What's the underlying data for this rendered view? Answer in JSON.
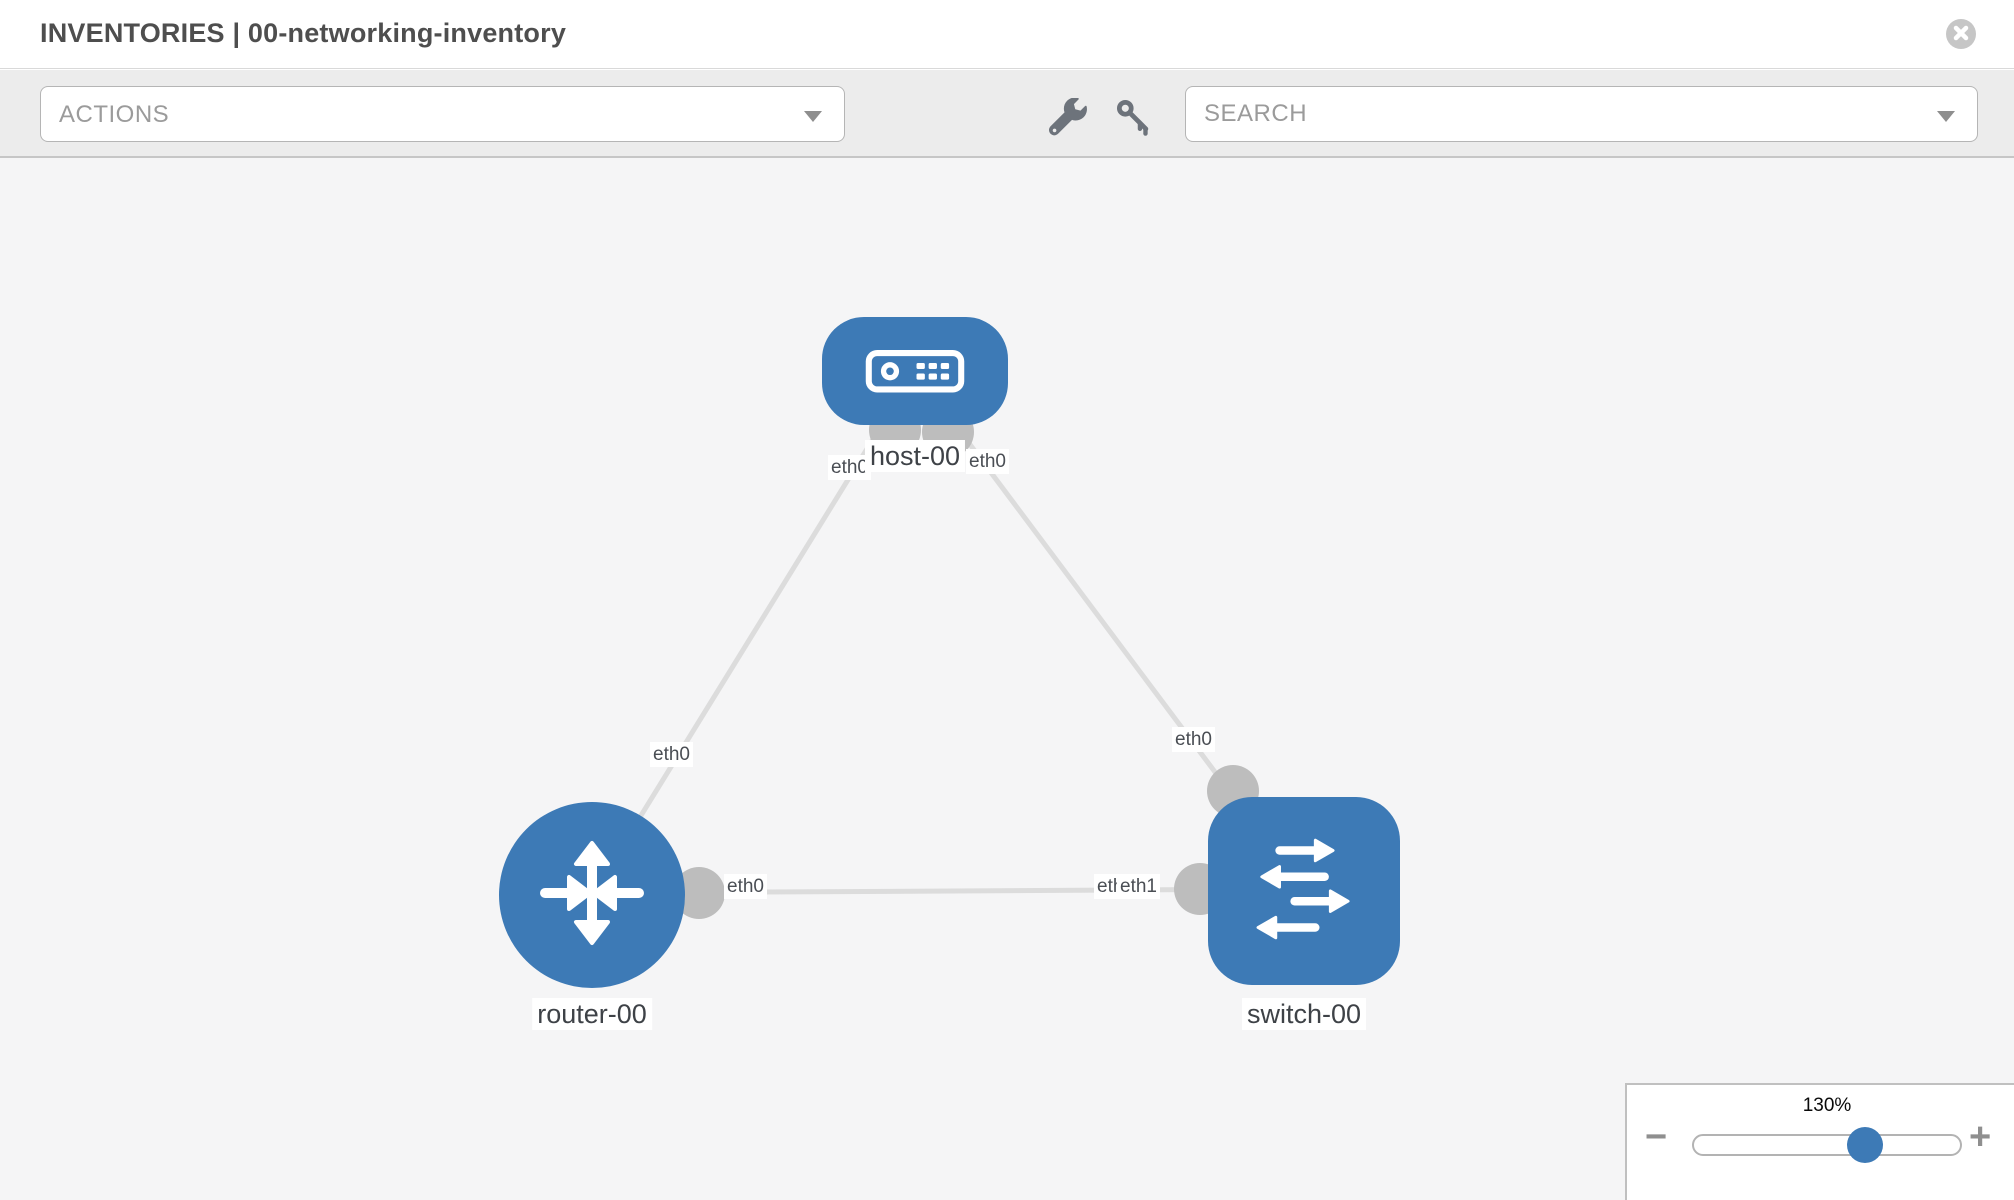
{
  "header": {
    "title": "INVENTORIES | 00-networking-inventory"
  },
  "toolbar": {
    "actions_label": "ACTIONS",
    "search_placeholder": "SEARCH"
  },
  "icons": {
    "close": "close-icon",
    "wrench": "wrench-icon",
    "key": "key-icon",
    "caret": "chevron-down-icon"
  },
  "colors": {
    "node_blue": "#3d7ab6",
    "canvas_bg": "#f5f5f6",
    "link_gray": "#dcdcdc",
    "port_gray": "#bdbdbd",
    "toolbar_bg": "#ececec"
  },
  "diagram": {
    "nodes": [
      {
        "id": "host-00",
        "type": "host",
        "label": "host-00"
      },
      {
        "id": "router-00",
        "type": "router",
        "label": "router-00"
      },
      {
        "id": "switch-00",
        "type": "switch",
        "label": "switch-00"
      }
    ],
    "links": [
      {
        "from": "host-00",
        "from_if": "eth0",
        "to": "router-00",
        "to_if": "eth0"
      },
      {
        "from": "host-00",
        "from_if": "eth0",
        "to": "switch-00",
        "to_if": "eth0"
      },
      {
        "from": "router-00",
        "from_if": "eth0",
        "to": "switch-00",
        "to_if": "eth1",
        "to_if_overlapped": "eth0"
      }
    ]
  },
  "zoom_control": {
    "level": "130%",
    "minus_label": "−",
    "plus_label": "+"
  }
}
